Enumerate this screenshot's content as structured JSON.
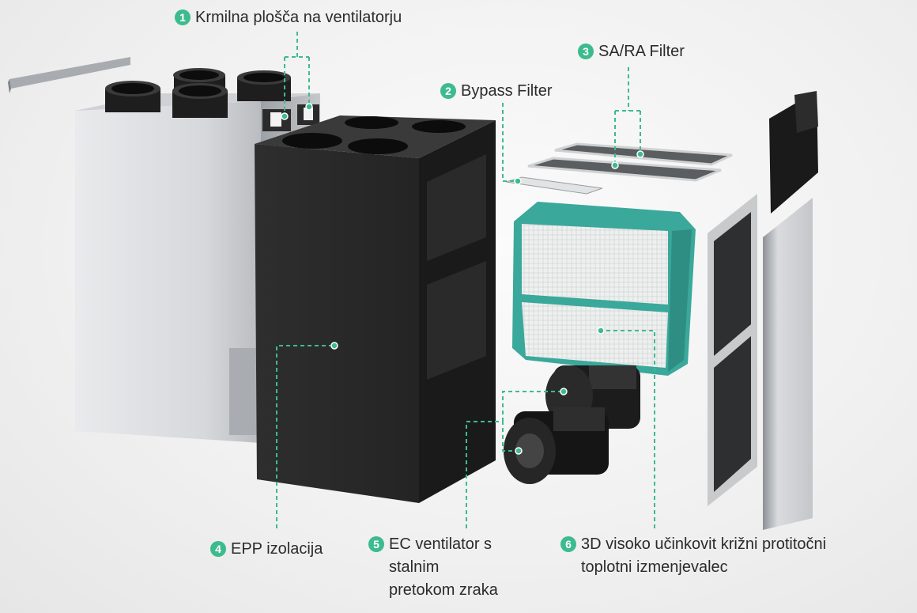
{
  "accent_color": "#3dbb8f",
  "callouts": [
    {
      "number": "1",
      "lines": [
        "Krmilna plošča na ventilatorju"
      ]
    },
    {
      "number": "2",
      "lines": [
        "Bypass Filter"
      ]
    },
    {
      "number": "3",
      "lines": [
        "SA/RA Filter"
      ]
    },
    {
      "number": "4",
      "lines": [
        "EPP izolacija"
      ]
    },
    {
      "number": "5",
      "lines": [
        "EC ventilator s",
        "stalnim",
        "pretokom zraka"
      ]
    },
    {
      "number": "6",
      "lines": [
        "3D visoko učinkovit križni protitočni",
        "toplotni izmenjevalec"
      ]
    }
  ]
}
